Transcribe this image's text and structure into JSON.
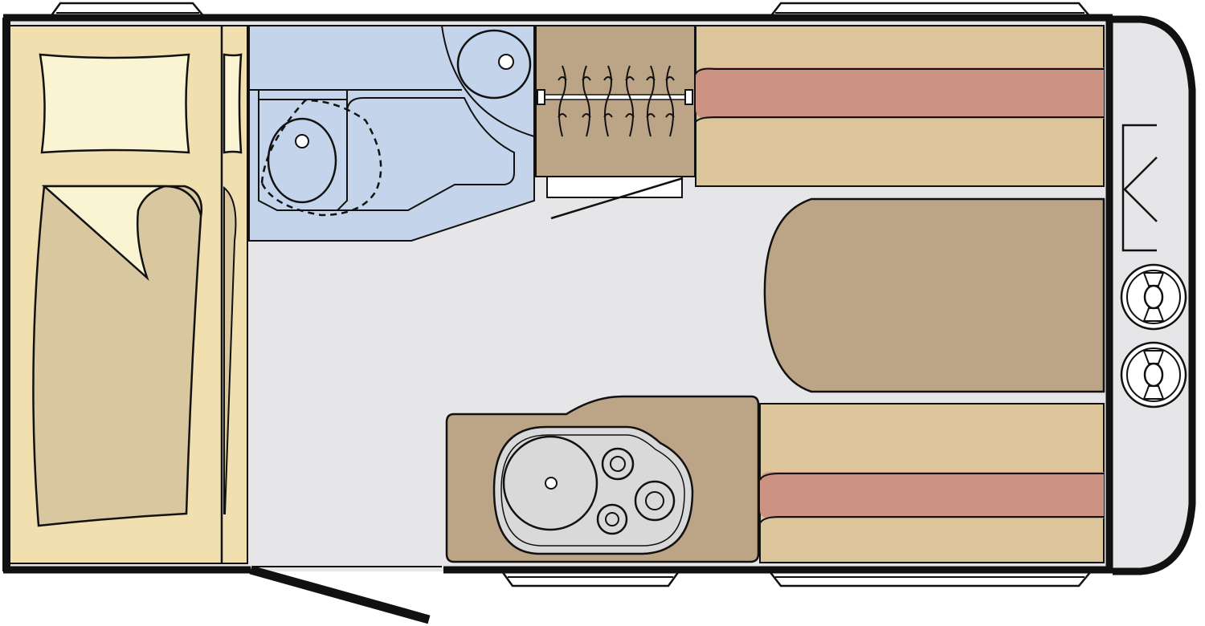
{
  "floorplan": {
    "colors": {
      "floor": "#e6e6e8",
      "wall": "#111111",
      "bedroom_panel": "#f1dfb0",
      "bed_mattress": "#d9c7a0",
      "pillow": "#fbf4d2",
      "bathroom": "#c4d4ea",
      "wardrobe": "#bca586",
      "sofa": "#dcc59a",
      "sofa_stripe": "#cd9382",
      "table": "#bca586",
      "kitchen_counter": "#bca586",
      "sink": "#d9d9d9",
      "front_cap": "#e6e6e8",
      "window": "#ffffff"
    },
    "zones": [
      {
        "name": "bedroom"
      },
      {
        "name": "bathroom"
      },
      {
        "name": "wardrobe"
      },
      {
        "name": "front-sofa-upper"
      },
      {
        "name": "dining-table"
      },
      {
        "name": "front-sofa-lower"
      },
      {
        "name": "kitchen"
      },
      {
        "name": "front-locker"
      }
    ]
  }
}
